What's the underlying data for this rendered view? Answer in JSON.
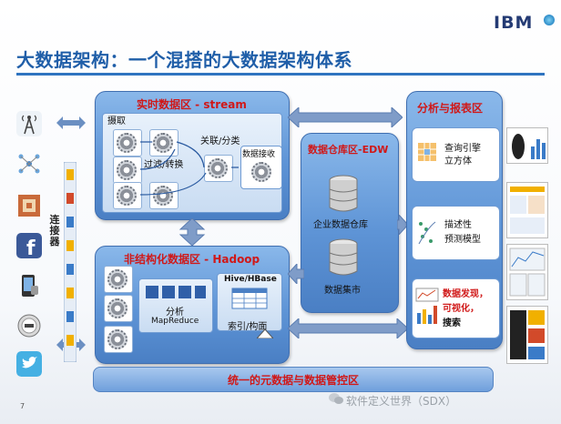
{
  "header": {
    "title": "大数据架构：一个混搭的大数据架构体系",
    "logo_text": "IBM",
    "page_number": "7",
    "watermark": "软件定义世界（SDX）"
  },
  "stream_zone": {
    "title": "实时数据区 - stream",
    "ingest_label": "摄取",
    "filter_label": "过滤/转换",
    "correlate_label": "关联/分类",
    "receive_label": "数据接收"
  },
  "hadoop_zone": {
    "title": "非结构化数据区 - Hadoop",
    "analysis_label": "分析",
    "mapreduce_label": "MapReduce",
    "hive_label": "Hive/HBase",
    "index_label": "索引/构面"
  },
  "edw_zone": {
    "title": "数据仓库区-EDW",
    "warehouse_label": "企业数据仓库",
    "mart_label": "数据集市"
  },
  "report_zone": {
    "title": "分析与报表区",
    "query_label": "查询引擎\n立方体",
    "query_line1": "查询引擎",
    "query_line2": "立方体",
    "model_line1": "描述性",
    "model_line2": "预测模型",
    "discovery_line1": "数据发现，",
    "discovery_line2": "可视化，",
    "discovery_line3": "搜索"
  },
  "footer": {
    "governance_label": "统一的元数据与数据管控区"
  },
  "connector_label": "连接器",
  "colors": {
    "title_blue": "#1f5ea8",
    "label_red": "#d01818",
    "panel_blue": "#5e94d6"
  }
}
